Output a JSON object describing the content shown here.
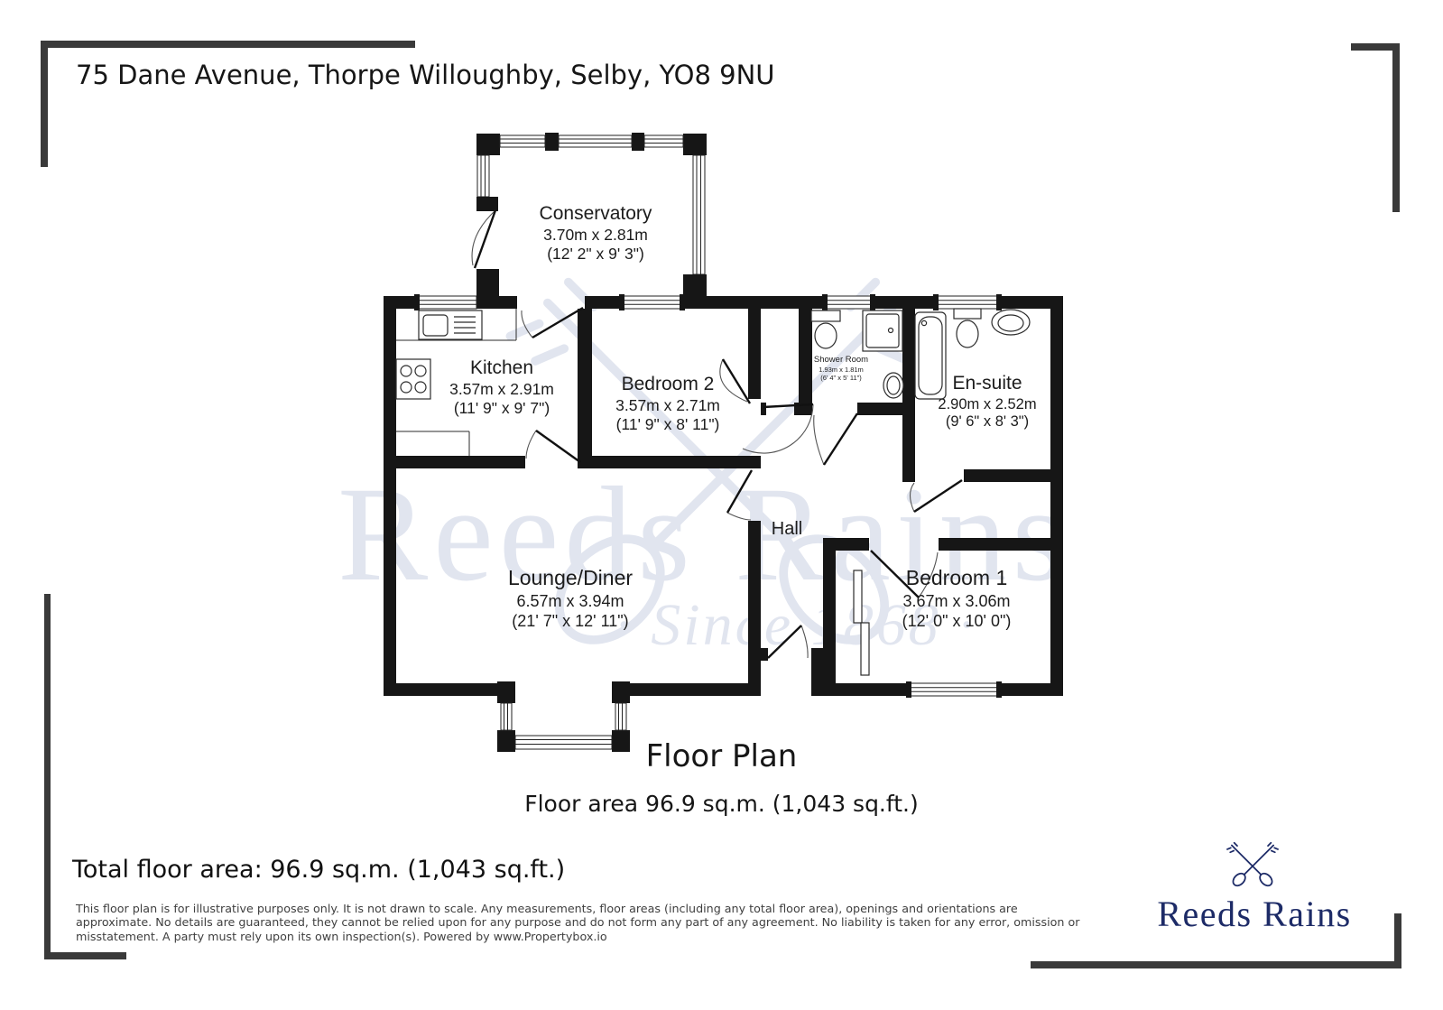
{
  "title": "75 Dane Avenue, Thorpe Willoughby, Selby, YO8 9NU",
  "floorplan": {
    "rooms": {
      "conservatory": {
        "name": "Conservatory",
        "metric": "3.70m x 2.81m",
        "imperial": "(12' 2\" x 9' 3\")"
      },
      "kitchen": {
        "name": "Kitchen",
        "metric": "3.57m x 2.91m",
        "imperial": "(11' 9\" x 9' 7\")"
      },
      "bedroom2": {
        "name": "Bedroom 2",
        "metric": "3.57m x 2.71m",
        "imperial": "(11' 9\" x 8' 11\")"
      },
      "shower_room": {
        "name": "Shower Room",
        "metric": "1.93m x 1.81m",
        "imperial": "(6' 4\" x 5' 11\")"
      },
      "ensuite": {
        "name": "En-suite",
        "metric": "2.90m x 2.52m",
        "imperial": "(9' 6\" x 8' 3\")"
      },
      "hall": {
        "name": "Hall"
      },
      "lounge": {
        "name": "Lounge/Diner",
        "metric": "6.57m x 3.94m",
        "imperial": "(21' 7\" x 12' 11\")"
      },
      "bedroom1": {
        "name": "Bedroom 1",
        "metric": "3.67m x 3.06m",
        "imperial": "(12' 0\" x 10' 0\")"
      }
    },
    "watermark": {
      "line1": "Reeds Rains",
      "line2": "· Since 1868 ·"
    }
  },
  "caption": {
    "heading": "Floor Plan",
    "subheading": "Floor area 96.9 sq.m. (1,043 sq.ft.)"
  },
  "footer": {
    "total_area": "Total floor area: 96.9 sq.m. (1,043 sq.ft.)",
    "disclaimer_lines": [
      "This floor plan is for illustrative purposes only. It is not drawn to scale. Any measurements, floor areas (including any total floor area), openings and orientations are",
      "approximate. No details are guaranteed, they cannot be relied upon for any purpose and do not form any part of any agreement. No liability is taken for any error, omission or",
      "misstatement. A party must rely upon its own inspection(s). Powered by www.Propertybox.io"
    ],
    "brand": {
      "name": "Reeds Rains"
    }
  },
  "colors": {
    "brand_navy": "#1d2b67",
    "walls": "#161616",
    "watermark": "#e1e5ef"
  }
}
